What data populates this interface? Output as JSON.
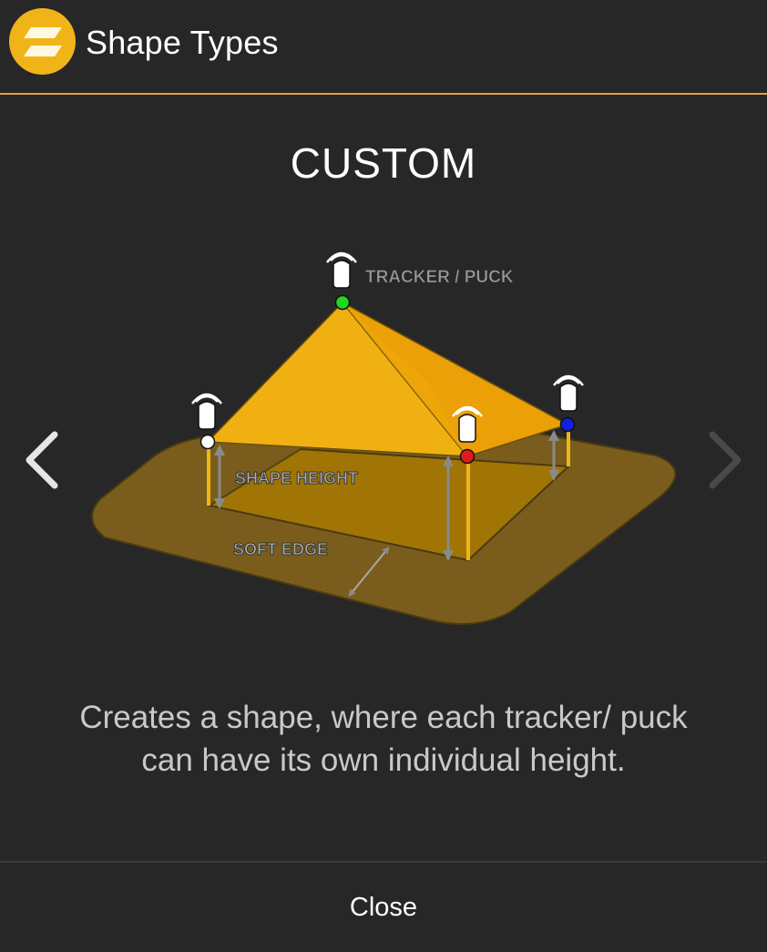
{
  "header": {
    "title": "Shape Types",
    "logo_icon": "app-logo-icon",
    "accent_color": "#f1b418",
    "rule_color": "#e5a13a"
  },
  "page": {
    "heading": "CUSTOM",
    "description": "Creates a shape, where each tracker/ puck can have its own individual height."
  },
  "illustration": {
    "labels": {
      "tracker": "TRACKER / PUCK",
      "shape_height": "SHAPE HEIGHT",
      "soft_edge": "SOFT EDGE"
    },
    "trackers": [
      {
        "color_name": "green",
        "color": "#22d622"
      },
      {
        "color_name": "white",
        "color": "#ffffff"
      },
      {
        "color_name": "red",
        "color": "#e31a1a"
      },
      {
        "color_name": "blue",
        "color": "#1020e0"
      }
    ],
    "colors": {
      "shape_left": "#f1b012",
      "shape_right": "#eaa006",
      "inner_floor": "#a07505",
      "soft_edge": "#7a5d1c",
      "pole": "#f1b418"
    }
  },
  "navigation": {
    "prev_icon": "chevron-left-icon",
    "next_icon": "chevron-right-icon"
  },
  "footer": {
    "close_label": "Close"
  }
}
